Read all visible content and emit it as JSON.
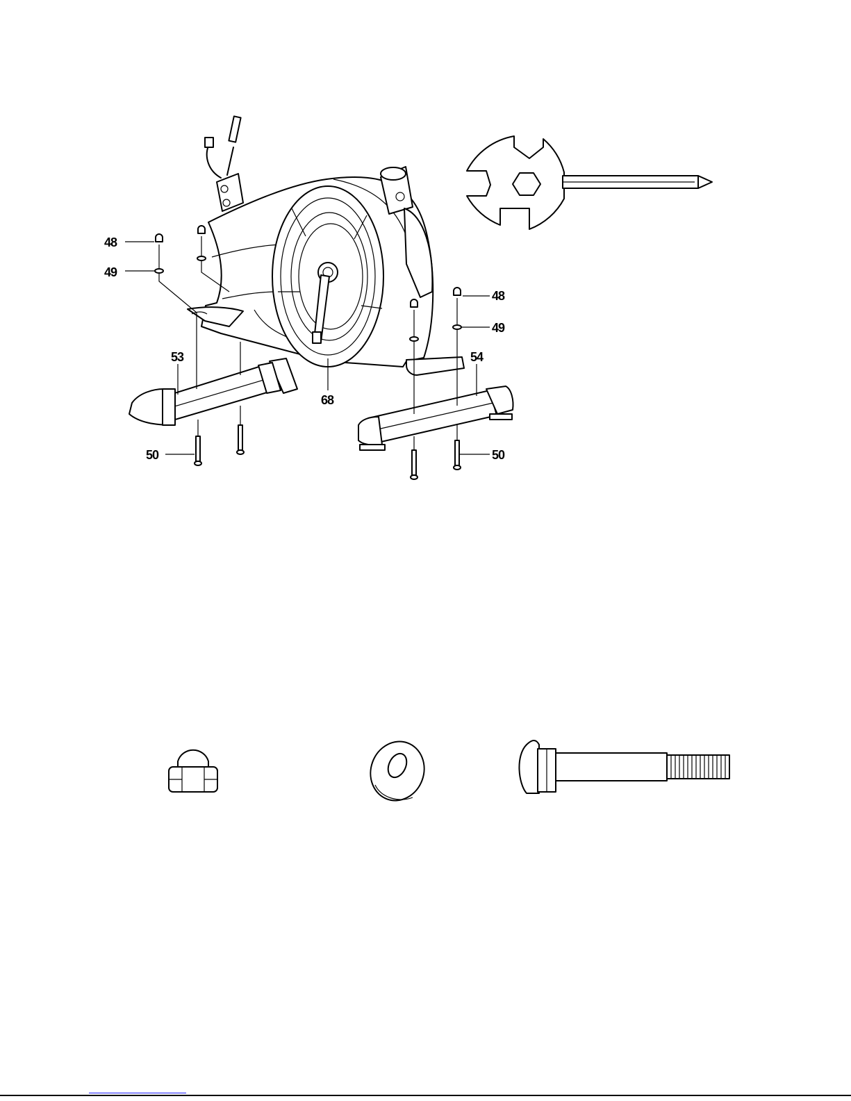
{
  "callouts": {
    "nut_left": "48",
    "washer_left": "49",
    "nut_right": "48",
    "washer_right": "49",
    "front_stabilizer": "53",
    "rear_stabilizer": "54",
    "main_frame": "68",
    "bolt_left": "50",
    "bolt_right": "50"
  }
}
